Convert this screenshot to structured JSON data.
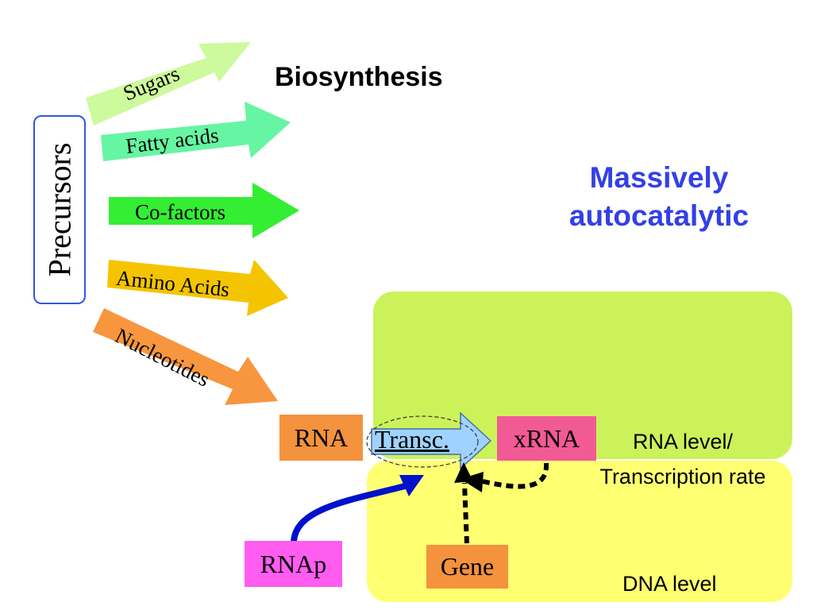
{
  "title": "Biosynthesis",
  "subtitle": {
    "line1": "Massively",
    "line2": "autocatalytic"
  },
  "precursors_label": "Precursors",
  "arrows": {
    "sugars": {
      "label": "Sugars",
      "color": "#ccfa9c"
    },
    "fatty_acids": {
      "label": "Fatty acids",
      "color": "#66f5a2"
    },
    "co_factors": {
      "label": "Co-factors",
      "color": "#33ee33"
    },
    "amino_acids": {
      "label": "Amino Acids",
      "color": "#f5c400"
    },
    "nucleotides": {
      "label": "Nucleotides",
      "color": "#f7963f"
    }
  },
  "boxes": {
    "rna": "RNA",
    "transc": "Transc.",
    "xrna": "xRNA",
    "rnap": "RNAp",
    "gene": "Gene"
  },
  "levels": {
    "rna_level": {
      "line1": "RNA level/",
      "line2": "Transcription rate"
    },
    "dna_level": "DNA level"
  },
  "colors": {
    "title": "#000000",
    "subtitle": "#3340e6",
    "rna_panel": "#ccf25a",
    "dna_panel": "#ffff72",
    "transc_arrow": "#9fd2ff",
    "rnap_arrow": "#0011cc"
  }
}
